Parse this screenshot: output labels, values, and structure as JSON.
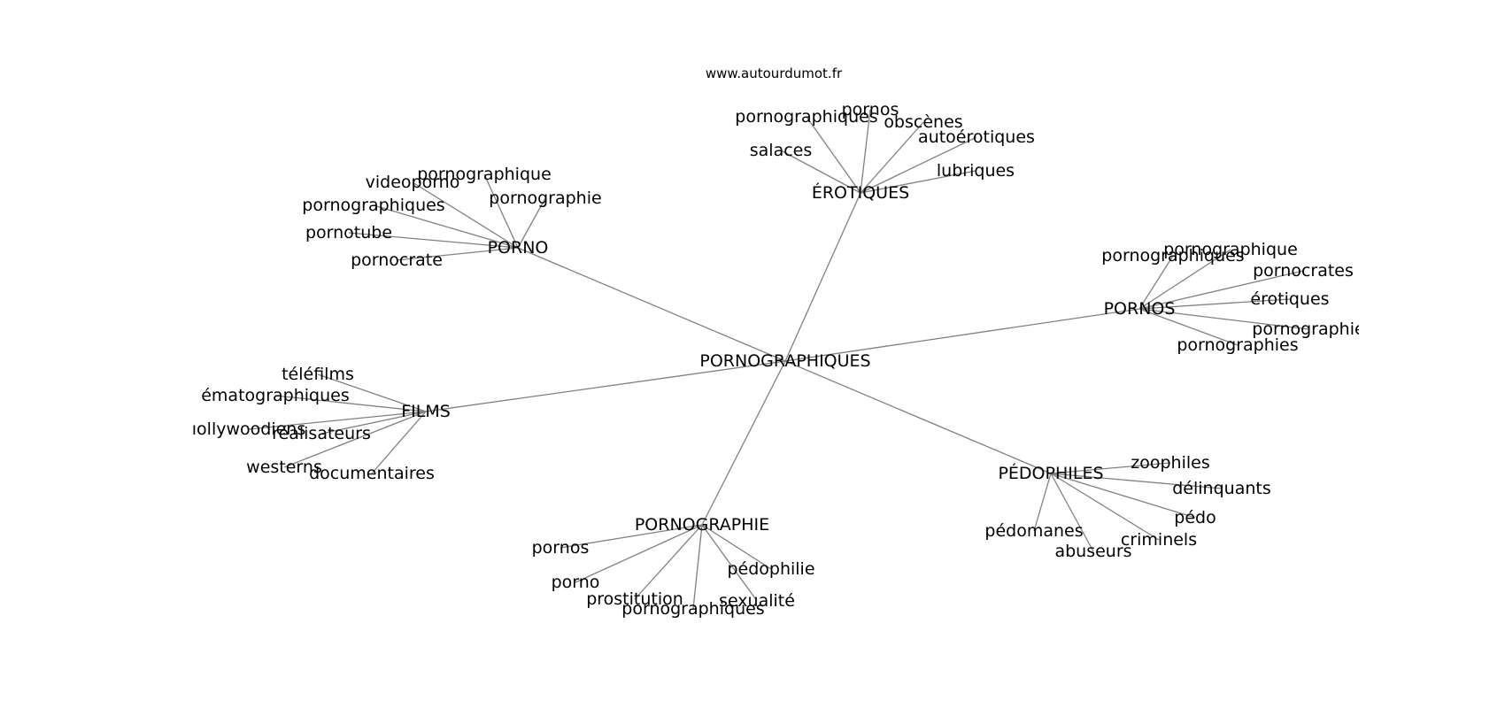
{
  "source": "www.autourdumot.fr",
  "center": {
    "id": "c",
    "label": "PORNOGRAPHIQUES"
  },
  "groups": [
    {
      "id": "erotiques",
      "label": "ÉROTIQUES",
      "leaves": [
        "salaces",
        "pornographiques",
        "pornos",
        "obscènes",
        "autoérotiques",
        "lubriques"
      ]
    },
    {
      "id": "porno",
      "label": "PORNO",
      "leaves": [
        "videoporno",
        "pornographique",
        "pornographie",
        "pornographiques",
        "pornotube",
        "pornocrate"
      ]
    },
    {
      "id": "pornos",
      "label": "PORNOS",
      "leaves": [
        "pornographiques",
        "pornographique",
        "pornocrates",
        "érotiques",
        "pornographie",
        "pornographies"
      ]
    },
    {
      "id": "films",
      "label": "FILMS",
      "leaves": [
        "téléfilms",
        "ématographiques",
        "ıollywoodiens",
        "réalisateurs",
        "westerns",
        "documentaires"
      ]
    },
    {
      "id": "pedophiles",
      "label": "PÉDOPHILES",
      "leaves": [
        "zoophiles",
        "délinquants",
        "pédo",
        "criminels",
        "abuseurs",
        "pédomanes"
      ]
    },
    {
      "id": "pornographie",
      "label": "PORNOGRAPHIE",
      "leaves": [
        "pornos",
        "porno",
        "prostitution",
        "pornographiques",
        "sexualité",
        "pédophilie"
      ]
    }
  ]
}
